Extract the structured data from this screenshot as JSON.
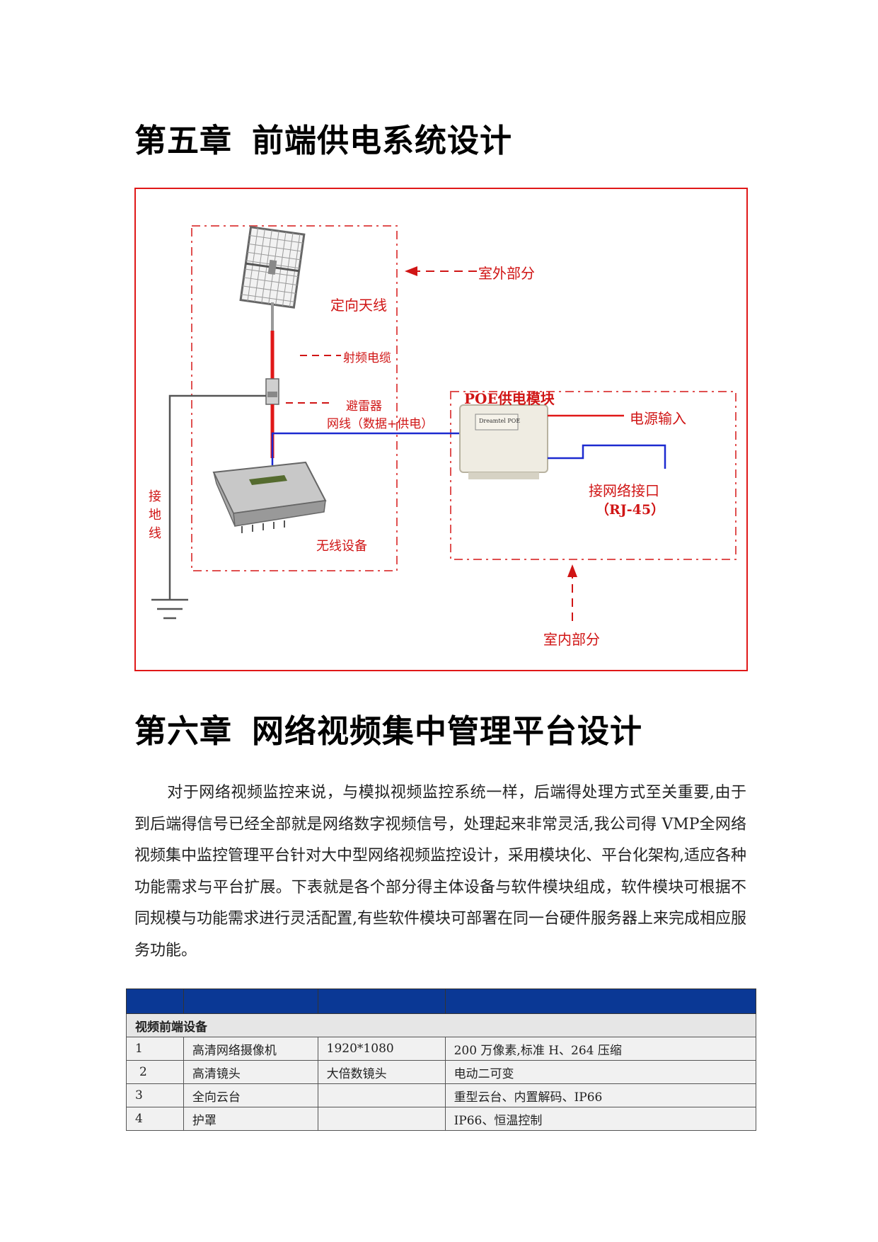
{
  "chapter5": {
    "num": "第五章",
    "title": "前端供电系统设计"
  },
  "diagram": {
    "outdoor": "室外部分",
    "antenna": "定向天线",
    "rf_cable": "射频电缆",
    "arrester": "避雷器",
    "ground_line": [
      "接",
      "地",
      "线"
    ],
    "network_cable": "网线（数据+供电）",
    "wireless_device": "无线设备",
    "poe_module": "POE供电模块",
    "poe_label": "Dreamtel POE",
    "power_input": "电源输入",
    "rj45_port": "接网络接口",
    "rj45": "（RJ-45）",
    "indoor": "室内部分"
  },
  "chapter6": {
    "num": "第六章",
    "title": "网络视频集中管理平台设计"
  },
  "paragraph": "对于网络视频监控来说，与模拟视频监控系统一样，后端得处理方式至关重要,由于到后端得信号已经全部就是网络数字视频信号，处理起来非常灵活,我公司得 VMP全网络视频集中监控管理平台针对大中型网络视频监控设计，采用模块化、平台化架构,适应各种功能需求与平台扩展。下表就是各个部分得主体设备与软件模块组成，软件模块可根据不同规模与功能需求进行灵活配置,有些软件模块可部署在同一台硬件服务器上来完成相应服务功能。",
  "table": {
    "group": "视频前端设备",
    "rows": [
      {
        "no": "1",
        "name": "高清网络摄像机",
        "spec": "1920*1080",
        "desc": "200 万像素,标准 H、264 压缩"
      },
      {
        "no": "2",
        "name": "高清镜头",
        "spec": "大倍数镜头",
        "desc": "电动二可变"
      },
      {
        "no": "3",
        "name": "全向云台",
        "spec": "",
        "desc": "重型云台、内置解码、IP66"
      },
      {
        "no": "4",
        "name": "护罩",
        "spec": "",
        "desc": "IP66、恒温控制"
      }
    ]
  }
}
